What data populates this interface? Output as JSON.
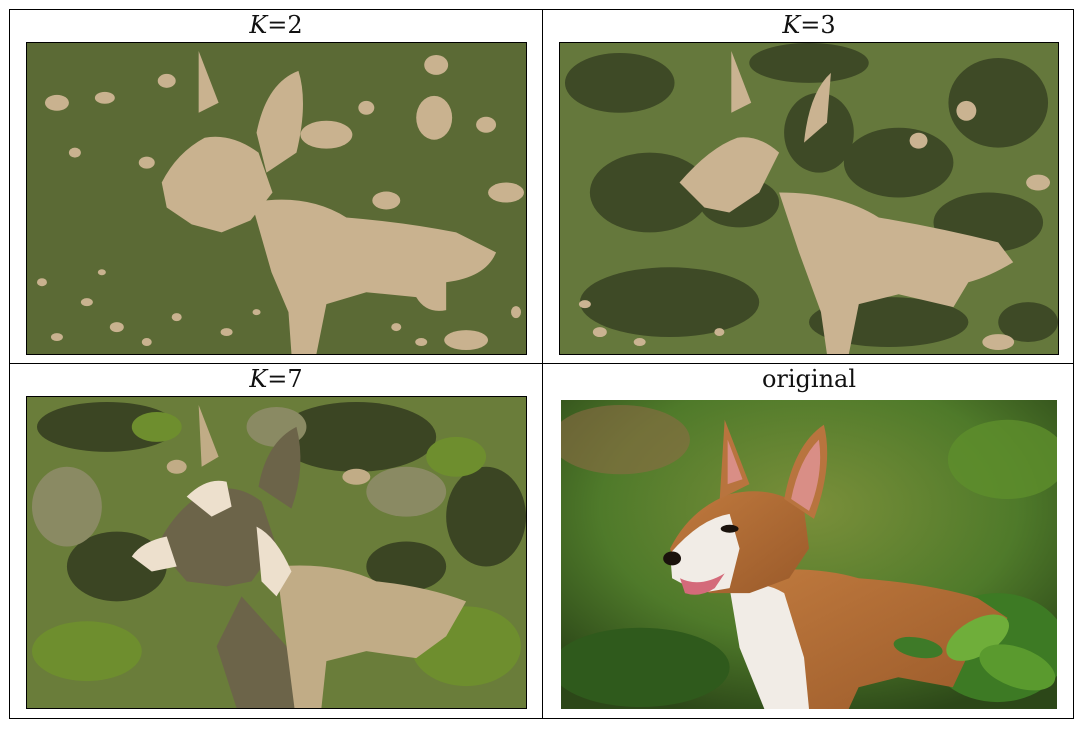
{
  "panels": [
    {
      "id": "k2",
      "label_var": "K",
      "label_eq": "=2",
      "colors": {
        "bg": "#5b6a35",
        "fg": "#c9b28f"
      }
    },
    {
      "id": "k3",
      "label_var": "K",
      "label_eq": "=3",
      "colors": {
        "bg": "#65783c",
        "dark": "#3e4a26",
        "fg": "#cab391"
      }
    },
    {
      "id": "k7",
      "label_var": "K",
      "label_eq": "=7",
      "colors": {
        "bg": "#6a7d3a",
        "dark": "#3b4523",
        "mid": "#8a8a63",
        "tan": "#c1ac86",
        "light": "#ede0cd",
        "green": "#6e8e2e",
        "brown": "#6c6449"
      }
    },
    {
      "id": "orig",
      "label_text": "original",
      "colors": {
        "grass": "#4f7a2a",
        "grass_dark": "#2c4718",
        "fur": "#b8743e",
        "white": "#f1ece6",
        "ear": "#d98e86"
      }
    }
  ]
}
